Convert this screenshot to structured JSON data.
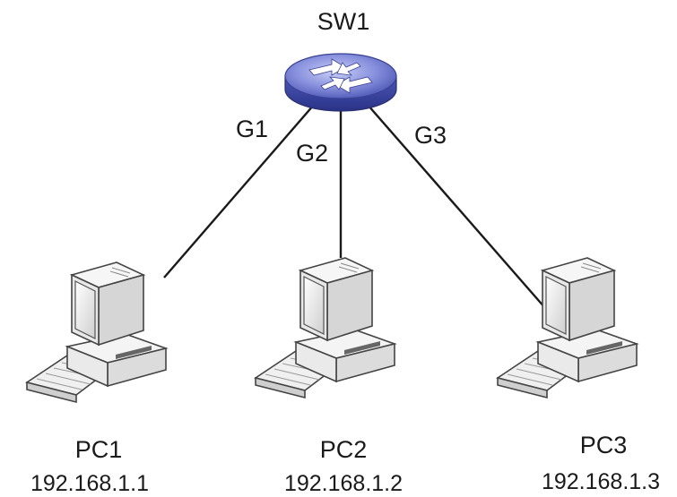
{
  "switch": {
    "name": "SW1",
    "icon": "switch-icon"
  },
  "links": [
    {
      "label": "G1",
      "to": "PC1"
    },
    {
      "label": "G2",
      "to": "PC2"
    },
    {
      "label": "G3",
      "to": "PC3"
    }
  ],
  "hosts": [
    {
      "name": "PC1",
      "ip": "192.168.1.1",
      "icon": "desktop-computer-icon"
    },
    {
      "name": "PC2",
      "ip": "192.168.1.2",
      "icon": "desktop-computer-icon"
    },
    {
      "name": "PC3",
      "ip": "192.168.1.3",
      "icon": "desktop-computer-icon"
    }
  ],
  "colors": {
    "switch_body": "#5a64c0",
    "switch_top": "#9aa4e6",
    "link": "#1a1a1a",
    "computer": "#eaeaea"
  }
}
